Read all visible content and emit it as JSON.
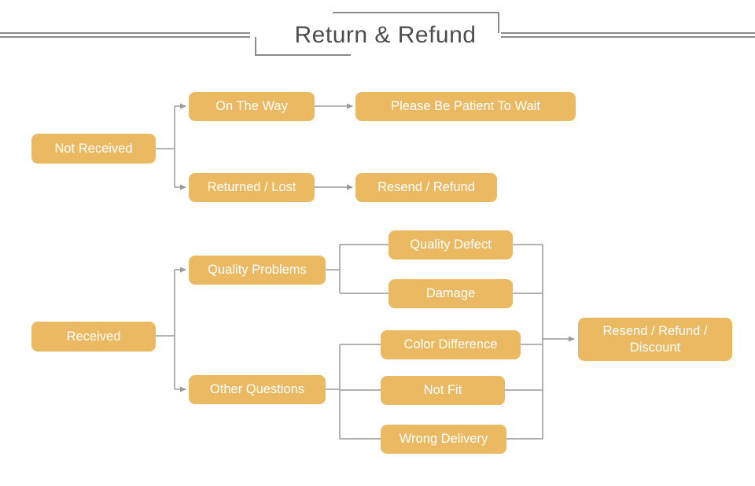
{
  "title": "Return & Refund",
  "colors": {
    "node_fill": "#ebb961",
    "node_text": "#ffffff",
    "connector_line": "#9a9a9a",
    "header_line": "#8a8a8a",
    "title_text": "#4d4d4d",
    "background": "#ffffff"
  },
  "nodes": {
    "not_received": {
      "label": "Not Received"
    },
    "on_the_way": {
      "label": "On The Way"
    },
    "be_patient": {
      "label": "Please Be Patient To Wait"
    },
    "returned_lost": {
      "label": "Returned / Lost"
    },
    "resend_refund": {
      "label": "Resend / Refund"
    },
    "received": {
      "label": "Received"
    },
    "quality_problems": {
      "label": "Quality Problems"
    },
    "quality_defect": {
      "label": "Quality Defect"
    },
    "damage": {
      "label": "Damage"
    },
    "other_questions": {
      "label": "Other Questions"
    },
    "color_difference": {
      "label": "Color Difference"
    },
    "not_fit": {
      "label": "Not Fit"
    },
    "wrong_delivery": {
      "label": "Wrong Delivery"
    },
    "final_outcome": {
      "label": "Resend / Refund / Discount"
    }
  },
  "edges": [
    {
      "from": "not_received",
      "to": "on_the_way"
    },
    {
      "from": "not_received",
      "to": "returned_lost"
    },
    {
      "from": "on_the_way",
      "to": "be_patient"
    },
    {
      "from": "returned_lost",
      "to": "resend_refund"
    },
    {
      "from": "received",
      "to": "quality_problems"
    },
    {
      "from": "received",
      "to": "other_questions"
    },
    {
      "from": "quality_problems",
      "to": "quality_defect"
    },
    {
      "from": "quality_problems",
      "to": "damage"
    },
    {
      "from": "other_questions",
      "to": "color_difference"
    },
    {
      "from": "other_questions",
      "to": "not_fit"
    },
    {
      "from": "other_questions",
      "to": "wrong_delivery"
    },
    {
      "from": "quality_defect",
      "to": "final_outcome"
    },
    {
      "from": "damage",
      "to": "final_outcome"
    },
    {
      "from": "color_difference",
      "to": "final_outcome"
    },
    {
      "from": "not_fit",
      "to": "final_outcome"
    },
    {
      "from": "wrong_delivery",
      "to": "final_outcome"
    }
  ]
}
